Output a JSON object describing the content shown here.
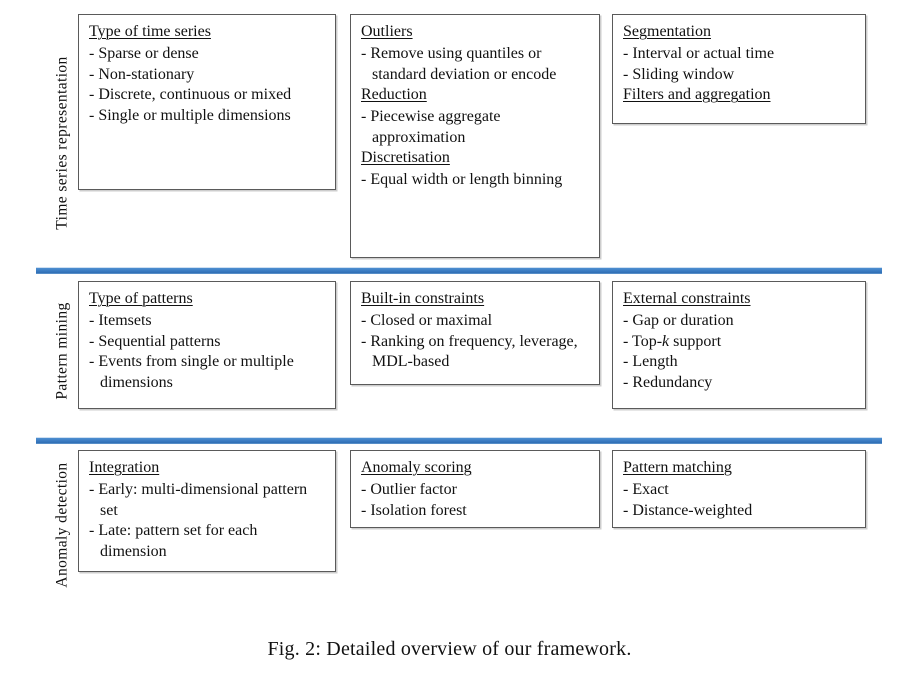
{
  "figure": {
    "caption": "Fig. 2: Detailed overview of our framework.",
    "accent_color": "#3b7cc2",
    "box_border_color": "#5a5a5a",
    "text_color": "#111111",
    "background_color": "#ffffff"
  },
  "rows": [
    {
      "label": "Time series representation",
      "cards": [
        {
          "groups": [
            {
              "title": "Type of time series",
              "items": [
                "Sparse or dense",
                "Non-stationary",
                "Discrete, continuous or mixed",
                "Single or multiple dimensions"
              ]
            }
          ]
        },
        {
          "groups": [
            {
              "title": "Outliers",
              "items": [
                "Remove using quantiles or standard deviation or encode"
              ]
            },
            {
              "title": "Reduction",
              "items": [
                "Piecewise aggregate approximation"
              ]
            },
            {
              "title": "Discretisation",
              "items": [
                "Equal width or length binning"
              ]
            }
          ]
        },
        {
          "groups": [
            {
              "title": "Segmentation",
              "items": [
                "Interval or actual time",
                "Sliding window"
              ]
            },
            {
              "title": "Filters and aggregation",
              "items": []
            }
          ]
        }
      ]
    },
    {
      "label": "Pattern mining",
      "cards": [
        {
          "groups": [
            {
              "title": "Type of patterns",
              "items": [
                "Itemsets",
                "Sequential patterns",
                "Events from single or multiple dimensions"
              ]
            }
          ]
        },
        {
          "groups": [
            {
              "title": "Built-in constraints",
              "items": [
                "Closed or maximal",
                "Ranking on frequency, leverage, MDL-based"
              ]
            }
          ]
        },
        {
          "groups": [
            {
              "title": "External constraints",
              "items": [
                "Gap or duration",
                "Top-k support",
                "Length",
                "Redundancy"
              ],
              "italic_tokens": [
                "k"
              ]
            }
          ]
        }
      ]
    },
    {
      "label": "Anomaly detection",
      "cards": [
        {
          "groups": [
            {
              "title": "Integration",
              "items": [
                "Early: multi-dimensional pattern set",
                "Late: pattern set for each dimension"
              ]
            }
          ]
        },
        {
          "groups": [
            {
              "title": "Anomaly scoring",
              "items": [
                "Outlier factor",
                "Isolation forest"
              ]
            }
          ]
        },
        {
          "groups": [
            {
              "title": "Pattern matching",
              "items": [
                "Exact",
                "Distance-weighted"
              ]
            }
          ]
        }
      ]
    }
  ]
}
